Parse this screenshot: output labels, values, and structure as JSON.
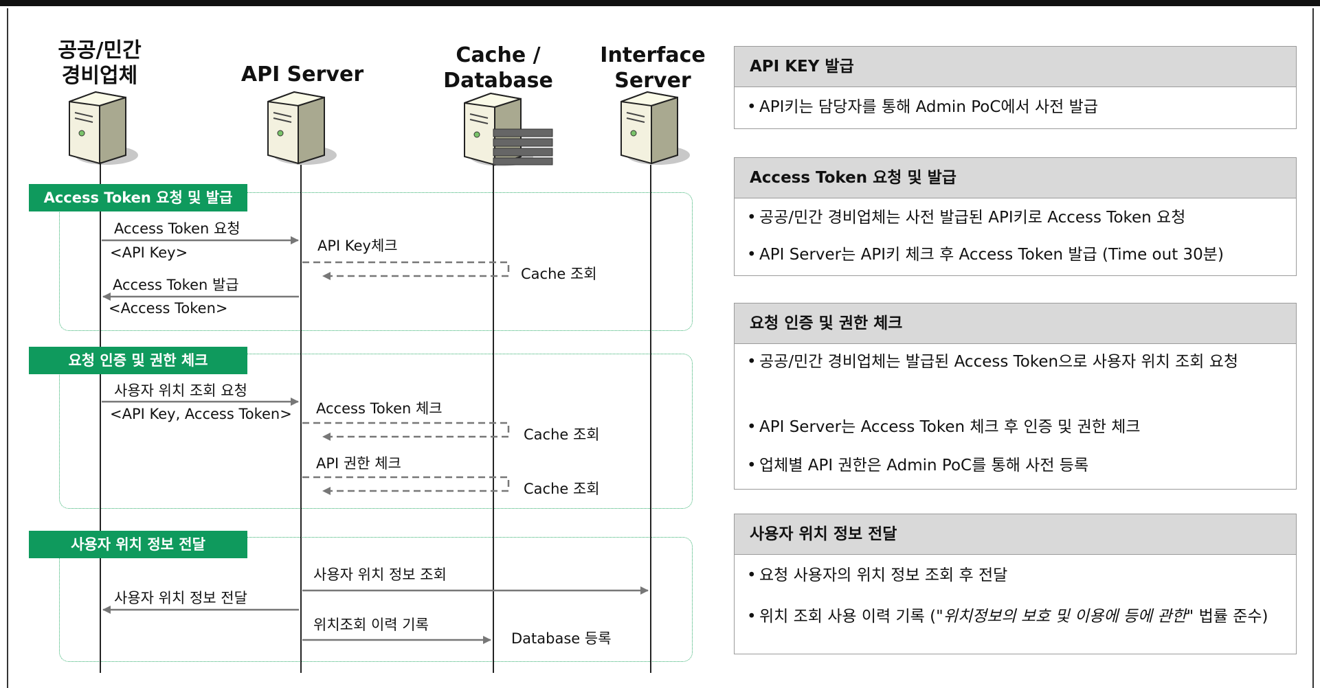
{
  "actors": [
    {
      "id": "company",
      "name_line1": "공공/민간",
      "name_line2": "경비업체"
    },
    {
      "id": "api",
      "name_line1": "API Server",
      "name_line2": ""
    },
    {
      "id": "cache",
      "name_line1": "Cache /",
      "name_line2": "Database"
    },
    {
      "id": "iface",
      "name_line1": "Interface",
      "name_line2": "Server"
    }
  ],
  "phases": [
    {
      "label": "Access Token 요청 및 발급"
    },
    {
      "label": "요청 인증 및 권한 체크"
    },
    {
      "label": "사용자 위치 정보 전달"
    }
  ],
  "messages": {
    "m1": "Access Token 요청",
    "m1_param": "<API Key>",
    "m2": "API Key체크",
    "m3": "Cache 조회",
    "m4": "Access Token 발급",
    "m4_param": "<Access Token>",
    "m5": "사용자 위치 조회 요청",
    "m5_param": "<API Key, Access Token>",
    "m6": "Access Token 체크",
    "m7": "Cache 조회",
    "m8": "API 권한 체크",
    "m9": "Cache 조회",
    "m10": "사용자 위치 정보 조회",
    "m11": "사용자 위치 정보 전달",
    "m12": "위치조회 이력 기록",
    "m13": "Database 등록"
  },
  "panels": [
    {
      "title": "API KEY 발급",
      "bullets": [
        "API키는 담당자를 통해 Admin PoC에서 사전 발급"
      ]
    },
    {
      "title": "Access Token 요청 및 발급",
      "bullets": [
        "공공/민간 경비업체는 사전 발급된 API키로 Access Token 요청",
        "API Server는 API키 체크 후 Access Token 발급 (Time out 30분)"
      ]
    },
    {
      "title": "요청 인증 및 권한 체크",
      "bullets": [
        "공공/민간 경비업체는 발급된 Access Token으로 사용자 위치 조회 요청",
        "API Server는 Access Token 체크 후 인증 및 권한 체크",
        "업체별 API 권한은 Admin PoC를 통해 사전 등록"
      ]
    },
    {
      "title": "사용자 위치 정보 전달",
      "bullets": [
        "요청 사용자의 위치 정보 조회 후 전달"
      ],
      "b2_prefix": "위치 조회 사용 이력 기록 (",
      "b2_italic": "\"위치정보의 보호 및 이용에 등에 관한\"",
      "b2_suffix": " 법률 준수)"
    }
  ],
  "colors": {
    "phase_fill": "#0f9a5d",
    "phase_border": "#2fae6c",
    "panel_header": "#d9d9d9",
    "arrow": "#777777",
    "lifeline": "#222222"
  }
}
